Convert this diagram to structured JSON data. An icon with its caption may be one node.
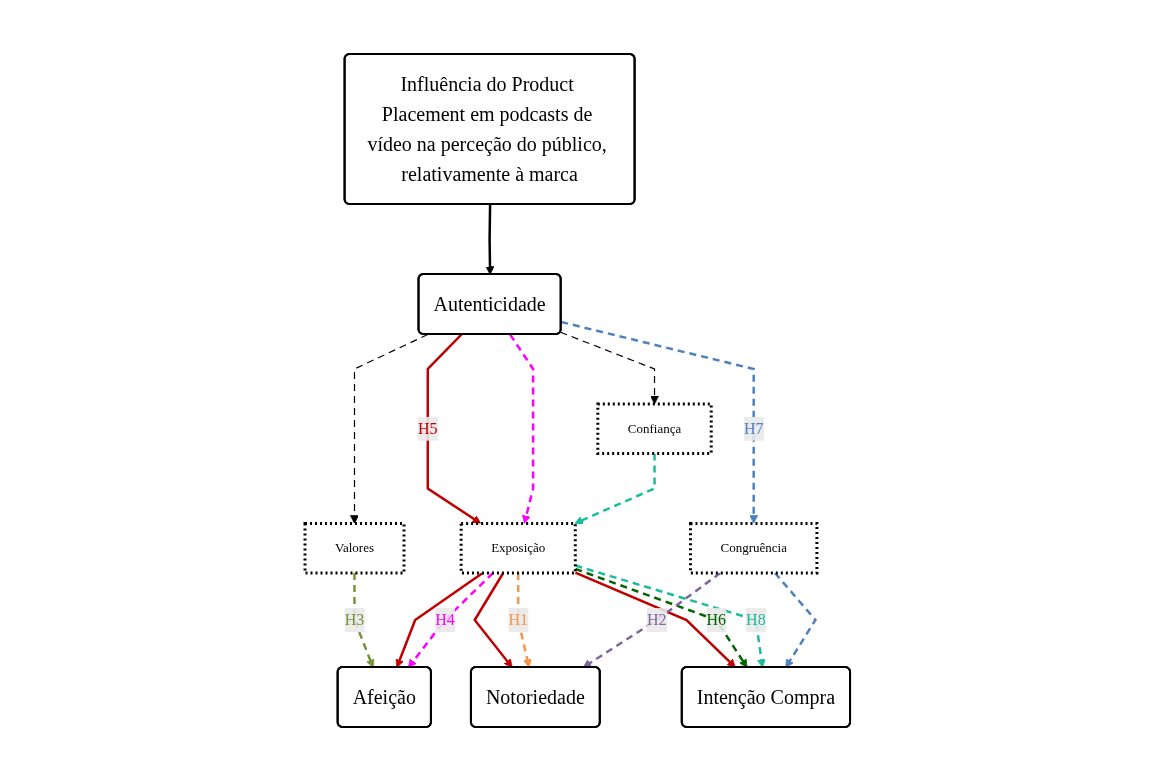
{
  "diagram": {
    "nodes": [
      {
        "text": [
          "Influência do Product Placement em podcasts de vídeo na perceção do público, relativamente à marca"
        ]
      },
      {
        "text": [
          "Autenticidade"
        ]
      },
      {
        "text": [
          "Valores"
        ]
      },
      {
        "text": [
          "Confiança"
        ]
      },
      {
        "text": [
          "Exposição"
        ]
      },
      {
        "text": [
          "Congruência"
        ]
      },
      {
        "text": [
          "Afeição"
        ]
      },
      {
        "text": [
          "Notoriedade"
        ]
      },
      {
        "text": [
          "Intenção Compra"
        ]
      }
    ],
    "edges": [
      {
        "from": 0,
        "to": 1,
        "arrow": "to",
        "color": "#000000"
      },
      {
        "from": 1,
        "to": 2,
        "arrow": "to",
        "style": "dashed",
        "color": "#000000"
      },
      {
        "from": 1,
        "to": 3,
        "arrow": "to",
        "style": "dashed",
        "color": "#000000"
      },
      {
        "from": 1,
        "to": 4,
        "arrow": "to",
        "label": "H5",
        "color": "#c00000"
      },
      {
        "from": 1,
        "to": 4,
        "arrow": "to",
        "style": "dashed",
        "color": "#ff00ff"
      },
      {
        "from": 1,
        "to": 5,
        "arrow": "to",
        "label": "H7",
        "style": "dashed",
        "color": "#4f81bd"
      },
      {
        "from": 3,
        "to": 4,
        "arrow": "to",
        "style": "dashed",
        "color": "#1abc9c"
      },
      {
        "from": 2,
        "to": 6,
        "arrow": "to",
        "label": "H3",
        "style": "dashed",
        "color": "#77933c"
      },
      {
        "from": 4,
        "to": 6,
        "arrow": "to",
        "color": "#c00000"
      },
      {
        "from": 4,
        "to": 6,
        "arrow": "to",
        "label": "H4",
        "style": "dashed",
        "color": "#ff00ff"
      },
      {
        "from": 4,
        "to": 7,
        "arrow": "to",
        "color": "#c00000"
      },
      {
        "from": 4,
        "to": 7,
        "arrow": "to",
        "label": "H1",
        "style": "dashed",
        "color": "#f79646"
      },
      {
        "from": 4,
        "to": 8,
        "arrow": "to",
        "color": "#c00000"
      },
      {
        "from": 4,
        "to": 8,
        "arrow": "to",
        "label": "H6",
        "style": "dashed",
        "color": "#006400"
      },
      {
        "from": 4,
        "to": 8,
        "arrow": "to",
        "label": "H8",
        "style": "dashed",
        "color": "#1abc9c"
      },
      {
        "from": 5,
        "to": 7,
        "arrow": "to",
        "label": "H2",
        "style": "dashed",
        "color": "#8064a2"
      },
      {
        "from": 5,
        "to": 8,
        "arrow": "to",
        "style": "dashed",
        "color": "#4f81bd"
      }
    ]
  }
}
